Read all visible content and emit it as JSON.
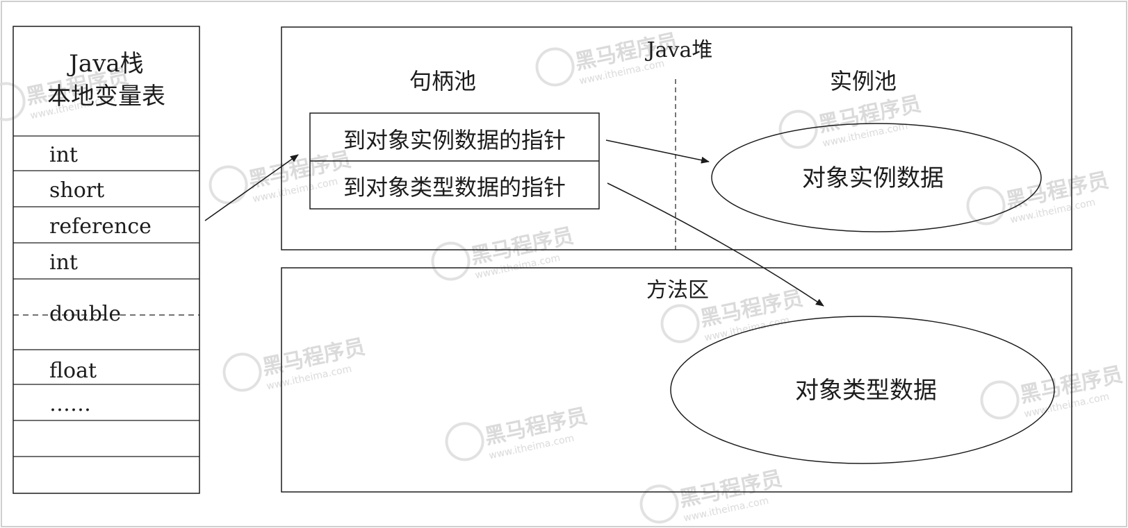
{
  "stack": {
    "title_line1": "Java栈",
    "title_line2": "本地变量表",
    "slots": [
      "int",
      "short",
      "reference",
      "int",
      "double",
      "float",
      "……",
      "",
      ""
    ]
  },
  "heap": {
    "title": "Java堆",
    "handle_pool": {
      "title": "句柄池",
      "rows": [
        "到对象实例数据的指针",
        "到对象类型数据的指针"
      ]
    },
    "instance_pool": {
      "title": "实例池",
      "ellipse_label": "对象实例数据"
    }
  },
  "method_area": {
    "title": "方法区",
    "ellipse_label": "对象类型数据"
  },
  "watermark": {
    "brand": "黑马程序员",
    "url": "www.itheima.com"
  },
  "colors": {
    "line": "#1c1c1c",
    "frame": "#cfcfcf",
    "watermark": "#d6d6d6"
  }
}
